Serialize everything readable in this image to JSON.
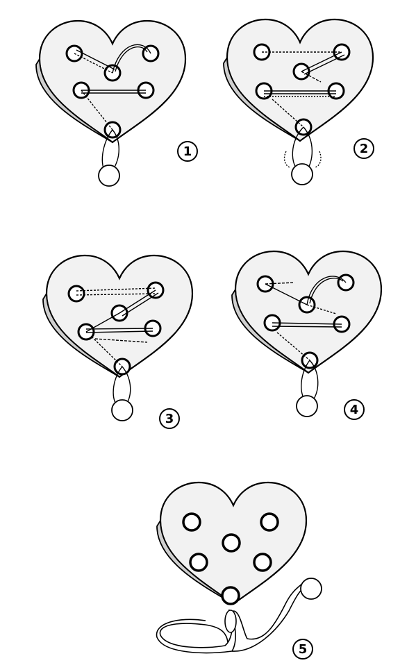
{
  "steps": [
    {
      "id": "step-1",
      "number": "1"
    },
    {
      "id": "step-2",
      "number": "2"
    },
    {
      "id": "step-3",
      "number": "3"
    },
    {
      "id": "step-4",
      "number": "4"
    },
    {
      "id": "step-5",
      "number": "5"
    }
  ],
  "colors": {
    "ink": "#000000",
    "paper": "#ffffff",
    "wood": "#f2f2f2"
  }
}
